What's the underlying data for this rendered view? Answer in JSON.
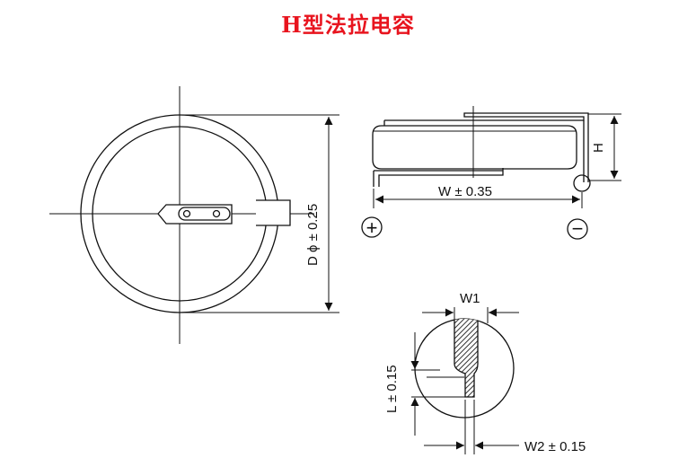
{
  "title": "H型法拉电容",
  "labels": {
    "diameter": "D ϕ ± 0.25",
    "height": "H",
    "width": "W ± 0.35",
    "w1": "W1",
    "l": "L ± 0.15",
    "w2": "W2 ± 0.15"
  },
  "symbols": {
    "positive": "+",
    "negative": "−"
  },
  "colors": {
    "title": "#e8141e",
    "line": "#111111",
    "hatch": "#333333"
  }
}
